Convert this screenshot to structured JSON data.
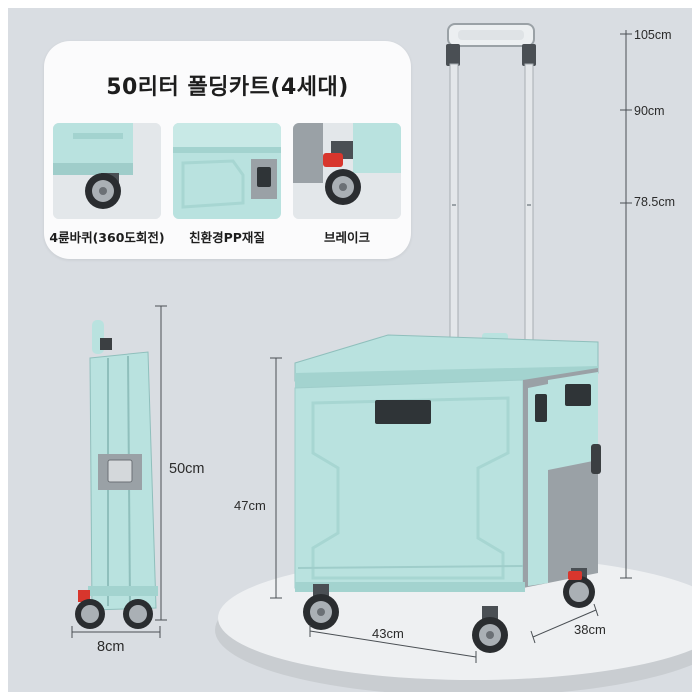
{
  "card": {
    "title": "50리터 폴딩카트(4세대)",
    "features": [
      {
        "label": "4륜바퀴(360도회전)",
        "image": "wheel-closeup"
      },
      {
        "label": "친환경PP재질",
        "image": "pp-material-closeup"
      },
      {
        "label": "브레이크",
        "image": "brake-wheel-closeup"
      }
    ]
  },
  "dimensions": {
    "handle_heights": [
      "105cm",
      "90cm",
      "78.5cm"
    ],
    "box_height": "47cm",
    "folded_height": "50cm",
    "folded_width": "8cm",
    "width": "43cm",
    "depth": "38cm"
  },
  "colors": {
    "background": "#d9dde2",
    "cart_body": "#b9e2df",
    "cart_shadow": "#9fcdca",
    "cart_gray": "#9aa1a6",
    "handle_metal": "#e4e7ea",
    "brake_red": "#d8362d",
    "card_bg": "#fbfbfc"
  }
}
